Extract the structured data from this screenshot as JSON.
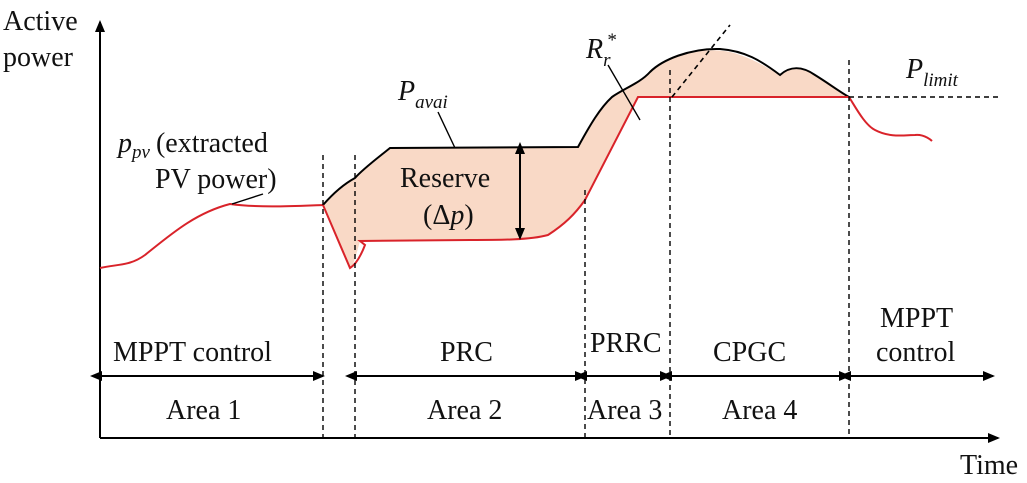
{
  "axes": {
    "y_label_line1": "Active",
    "y_label_line2": "power",
    "x_label": "Time"
  },
  "curves": {
    "ppv_main": "p",
    "ppv_sub": "pv",
    "ppv_desc_line1": "(extracted",
    "ppv_desc_line2": "PV power)",
    "pavai_main": "P",
    "pavai_sub": "avai",
    "plimit_main": "P",
    "plimit_sub": "limit",
    "rr_main": "R",
    "rr_sub": "r",
    "rr_sup": "*"
  },
  "reserve": {
    "line1": "Reserve",
    "line2_open": "(",
    "line2_delta": "Δ",
    "line2_p": "p",
    "line2_close": ")"
  },
  "regions": [
    {
      "control": "MPPT control",
      "area": "Area 1"
    },
    {
      "control": "PRC",
      "area": "Area 2"
    },
    {
      "control": "PRRC",
      "area": "Area 3"
    },
    {
      "control": "CPGC",
      "area": "Area 4"
    },
    {
      "control_line1": "MPPT",
      "control_line2": "control",
      "area": ""
    }
  ],
  "colors": {
    "reserve_fill": "#f9d9c6",
    "red_curve": "#d9232a",
    "black_curve": "#000000"
  }
}
